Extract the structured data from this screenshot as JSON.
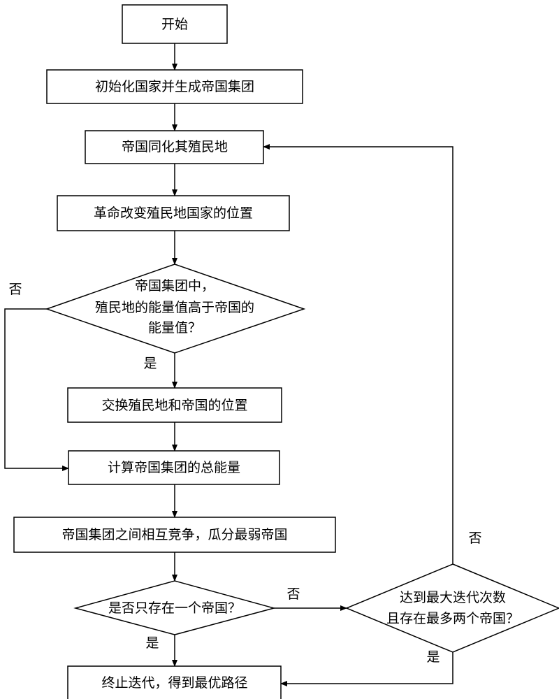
{
  "nodes": {
    "start": "开始",
    "init": "初始化国家并生成帝国集团",
    "assimilate": "帝国同化其殖民地",
    "revolution": "革命改变殖民地国家的位置",
    "check_energy": [
      "帝国集团中，",
      "殖民地的能量值高于帝国的",
      "能量值？"
    ],
    "swap": "交换殖民地和帝国的位置",
    "total_energy": "计算帝国集团的总能量",
    "compete": "帝国集团之间相互竞争，瓜分最弱帝国",
    "one_empire": "是否只存在一个帝国？",
    "max_iter": [
      "达到最大迭代次数",
      "且存在最多两个帝国？"
    ],
    "terminate": "终止迭代，得到最优路径"
  },
  "edge_labels": {
    "check_energy_no": "否",
    "check_energy_yes": "是",
    "one_empire_no": "否",
    "one_empire_yes": "是",
    "max_iter_no": "否",
    "max_iter_yes": "是"
  }
}
